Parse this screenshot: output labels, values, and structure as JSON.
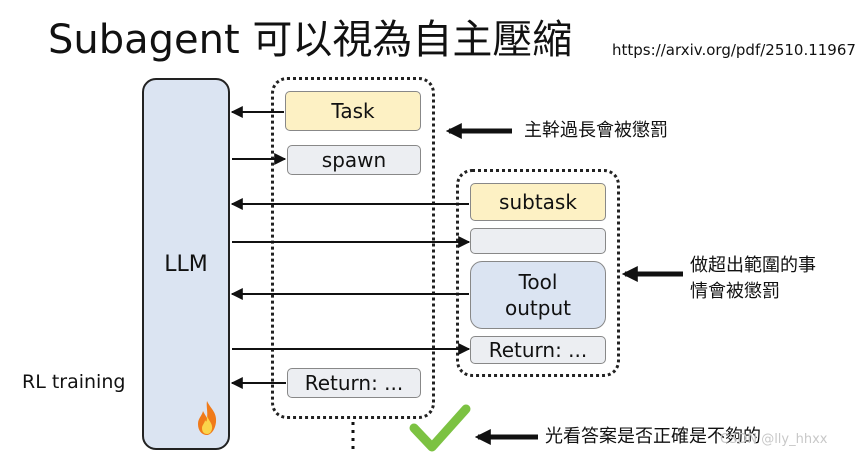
{
  "title": "Subagent 可以視為自主壓縮",
  "source_url": "https://arxiv.org/pdf/2510.11967",
  "llm_label": "LLM",
  "rl_label": "RL training",
  "main_context": {
    "task": "Task",
    "spawn": "spawn",
    "return": "Return: ..."
  },
  "sub_context": {
    "subtask": "subtask",
    "empty": "",
    "tool_output_line1": "Tool",
    "tool_output_line2": "output",
    "return": "Return: ..."
  },
  "notes": {
    "long_trunk": "主幹過長會被懲罰",
    "overreach_line1": "做超出範圍的事",
    "overreach_line2": "情會被懲罰",
    "correctness": "光看答案是否正確是不夠的"
  },
  "watermark": "CSDN @lly_hhxx",
  "colors": {
    "llm_fill": "#dbe4f2",
    "task_fill": "#fdf1c4",
    "gray_fill": "#eceef2",
    "check_green": "#7cc242"
  }
}
